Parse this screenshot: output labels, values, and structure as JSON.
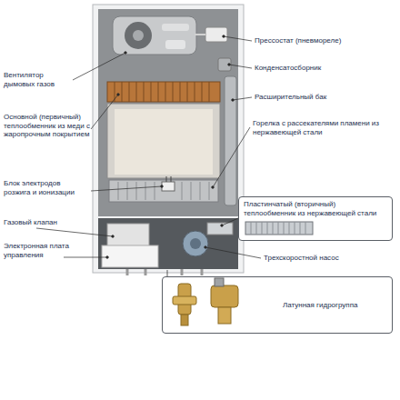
{
  "diagram": {
    "nodes": [
      {
        "text": [
          "Пластинчатый (вторичный) теплообменник из нержавеющей стали"
        ]
      },
      {
        "text": [
          "Латунная гидрогруппа"
        ]
      }
    ],
    "labels": [
      "Вентилятор дымовых газов",
      "Основной (первичный) теплообменник из меди с жаропрочным покрытием",
      "Блок электродов розжига и ионизации",
      "Газовый клапан",
      "Электронная плата управления",
      "Прессостат (пневмореле)",
      "Конденсатосборник",
      "Расширительный бак",
      "Горелка с рассекателями пламени из нержавеющей стали",
      "Трехскоростной насос"
    ]
  }
}
